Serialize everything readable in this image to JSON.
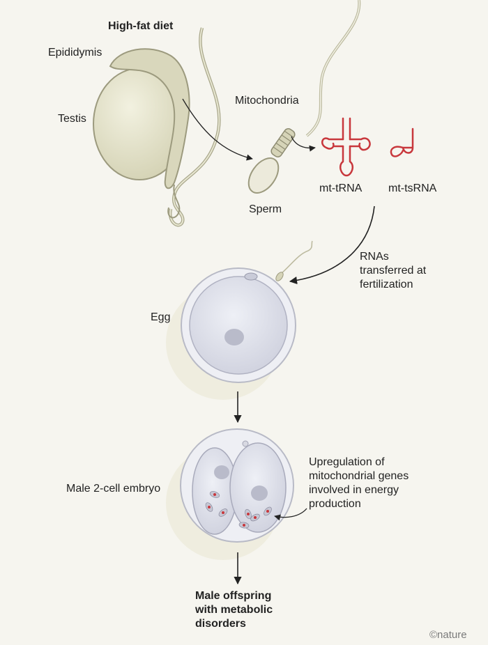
{
  "labels": {
    "condition": "High-fat diet",
    "epididymis": "Epididymis",
    "testis": "Testis",
    "mitochondria": "Mitochondria",
    "sperm": "Sperm",
    "mt_trna": "mt-tRNA",
    "mt_tsrna": "mt-tsRNA",
    "transfer_line1": "RNAs",
    "transfer_line2": "transferred at",
    "transfer_line3": "fertilization",
    "egg": "Egg",
    "embryo": "Male 2-cell embryo",
    "upreg_line1": "Upregulation of",
    "upreg_line2": "mitochondrial genes",
    "upreg_line3": "involved in energy",
    "upreg_line4": "production",
    "outcome_line1": "Male offspring",
    "outcome_line2": "with metabolic",
    "outcome_line3": "disorders",
    "credit": "©nature"
  },
  "colors": {
    "background": "#f6f5ef",
    "rna": "#c8373c",
    "tissue": "#d6d4b8",
    "cell": "#e2e3ec",
    "arrow": "#222222"
  }
}
